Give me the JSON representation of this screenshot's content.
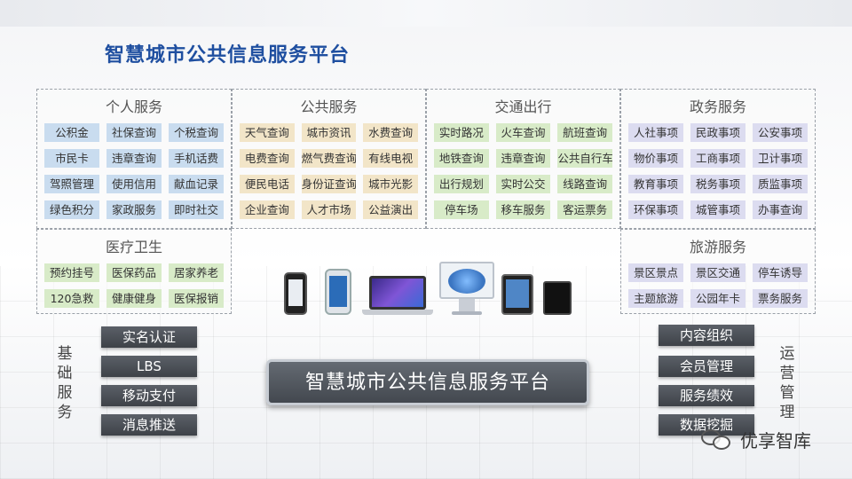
{
  "title": "智慧城市公共信息服务平台",
  "panels": {
    "personal": {
      "title": "个人服务",
      "items": [
        "公积金",
        "社保查询",
        "个税查询",
        "市民卡",
        "违章查询",
        "手机话费",
        "驾照管理",
        "使用信用",
        "献血记录",
        "绿色积分",
        "家政服务",
        "即时社交"
      ]
    },
    "public": {
      "title": "公共服务",
      "items": [
        "天气查询",
        "城市资讯",
        "水费查询",
        "电费查询",
        "燃气费查询",
        "有线电视",
        "便民电话",
        "身份证查询",
        "城市光影",
        "企业查询",
        "人才市场",
        "公益演出"
      ]
    },
    "transport": {
      "title": "交通出行",
      "items": [
        "实时路况",
        "火车查询",
        "航班查询",
        "地铁查询",
        "违章查询",
        "公共自行车",
        "出行规划",
        "实时公交",
        "线路查询",
        "停车场",
        "移车服务",
        "客运票务"
      ]
    },
    "government": {
      "title": "政务服务",
      "items": [
        "人社事项",
        "民政事项",
        "公安事项",
        "物价事项",
        "工商事项",
        "卫计事项",
        "教育事项",
        "税务事项",
        "质监事项",
        "环保事项",
        "城管事项",
        "办事查询"
      ]
    },
    "medical": {
      "title": "医疗卫生",
      "items": [
        "预约挂号",
        "医保药品",
        "居家养老",
        "120急救",
        "健康健身",
        "医保报销"
      ]
    },
    "tourism": {
      "title": "旅游服务",
      "items": [
        "景区景点",
        "景区交通",
        "停车诱导",
        "主题旅游",
        "公园年卡",
        "票务服务"
      ]
    }
  },
  "basic_services": {
    "label": "基础服务",
    "items": [
      "实名认证",
      "LBS",
      "移动支付",
      "消息推送"
    ]
  },
  "operations": {
    "label": "运营管理",
    "items": [
      "内容组织",
      "会员管理",
      "服务绩效",
      "数据挖掘"
    ]
  },
  "center_platform": "智慧城市公共信息服务平台",
  "watermark": "优享智库",
  "colors": {
    "title": "#1f4fa0",
    "personal": "#c9dcef",
    "public": "#f2e5c8",
    "transport": "#d8ebc8",
    "government": "#dcdcf0"
  }
}
